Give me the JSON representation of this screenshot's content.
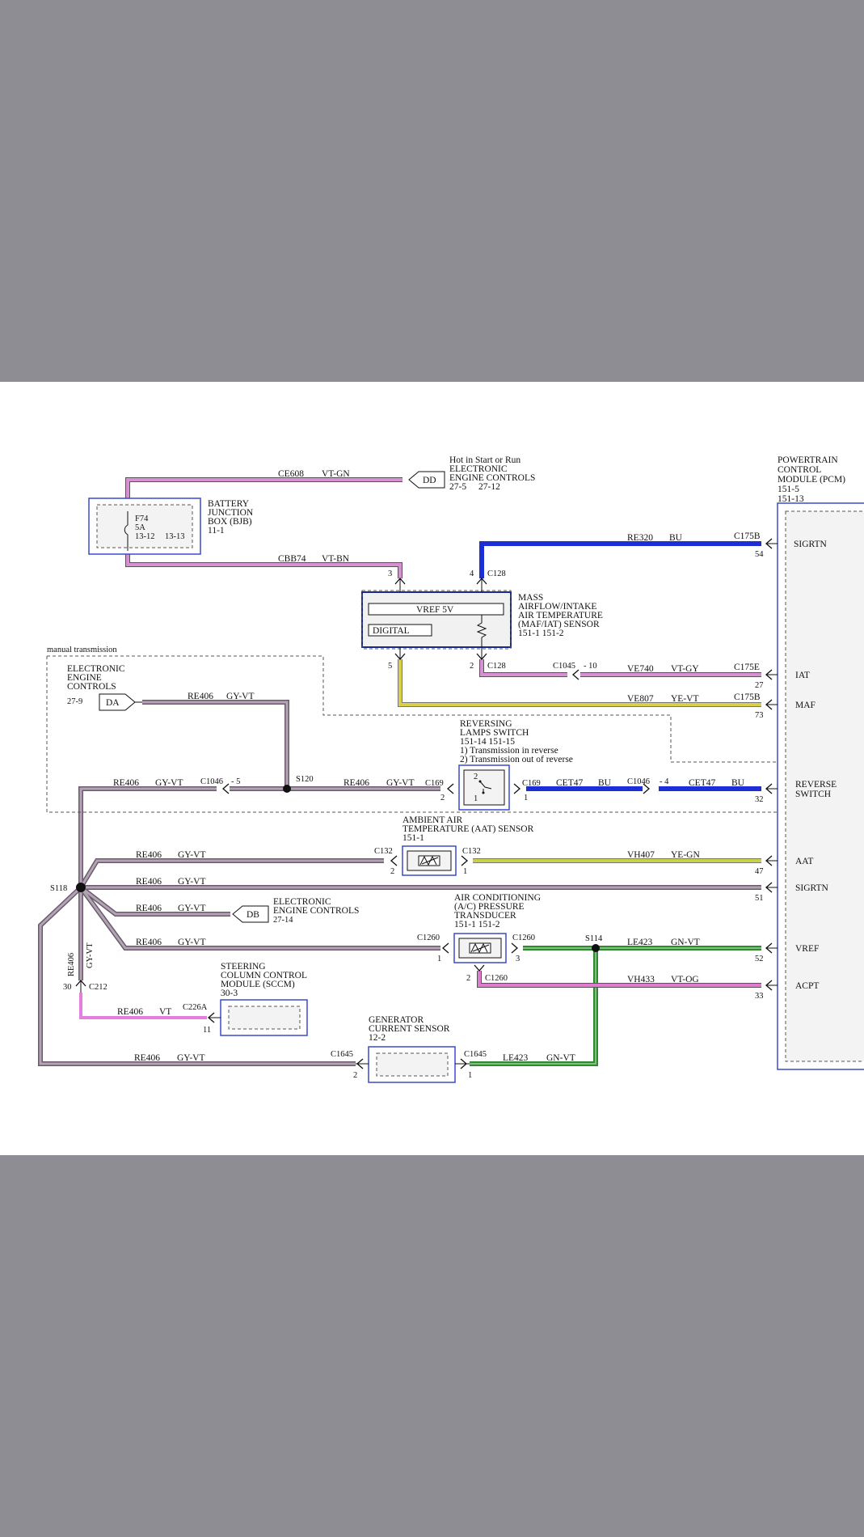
{
  "colors": {
    "page_bg": "#8e8d93",
    "sheet_bg": "#ffffff",
    "wire_vt_gn": "#d98fd4",
    "wire_vt_bn": "#d98fd4",
    "wire_gy_vt": "#8a7a8c",
    "wire_bu": "#1c2fd6",
    "wire_ye_vt": "#d8d04a",
    "wire_ye_gn": "#c7d24a",
    "wire_gn_vt": "#2f8a2f",
    "wire_vt": "#e67ee0",
    "wire_vt_og": "#e07cd0",
    "box_blue": "#3b4bcc"
  },
  "pcm": {
    "title_lines": [
      "POWERTRAIN",
      "CONTROL",
      "MODULE (PCM)",
      "151-5",
      "151-13"
    ],
    "pins": [
      {
        "label": "SIGRTN",
        "pin": "54",
        "connector": "C175B"
      },
      {
        "label": "IAT",
        "pin": "27",
        "connector": "C175E"
      },
      {
        "label": "MAF",
        "pin": "73",
        "connector": "C175B"
      },
      {
        "label": "REVERSE",
        "label2": "SWITCH",
        "pin": "32"
      },
      {
        "label": "AAT",
        "pin": "47"
      },
      {
        "label": "SIGRTN",
        "pin": "51"
      },
      {
        "label": "VREF",
        "pin": "52"
      },
      {
        "label": "ACPT",
        "pin": "33"
      }
    ]
  },
  "hot_note": {
    "lines": [
      "Hot in Start or Run",
      "ELECTRONIC",
      "ENGINE CONTROLS"
    ],
    "refs": [
      "27-5",
      "27-12"
    ],
    "tag": "DD"
  },
  "bjb": {
    "title_lines": [
      "BATTERY",
      "JUNCTION",
      "BOX (BJB)",
      "11-1"
    ],
    "fuse": "F74",
    "amps": "5A",
    "pins": [
      "13-12",
      "13-13"
    ]
  },
  "wires": {
    "ce608": {
      "circuit": "CE608",
      "color": "VT-GN"
    },
    "cbb74": {
      "circuit": "CBB74",
      "color": "VT-BN"
    },
    "re320": {
      "circuit": "RE320",
      "color": "BU"
    },
    "ve740": {
      "circuit": "VE740",
      "color": "VT-GY"
    },
    "ve807": {
      "circuit": "VE807",
      "color": "YE-VT"
    },
    "re406": {
      "circuit": "RE406",
      "color": "GY-VT"
    },
    "cet47": {
      "circuit": "CET47",
      "color": "BU"
    },
    "vh407": {
      "circuit": "VH407",
      "color": "YE-GN"
    },
    "le423": {
      "circuit": "LE423",
      "color": "GN-VT"
    },
    "vh433": {
      "circuit": "VH433",
      "color": "VT-OG"
    },
    "re406_vt": {
      "circuit": "RE406",
      "color": "VT"
    }
  },
  "maf": {
    "title_lines": [
      "MASS",
      "AIRFLOW/INTAKE",
      "AIR TEMPERATURE",
      "(MAF/IAT) SENSOR",
      "151-1    151-2"
    ],
    "vref": "VREF 5V",
    "digital": "DIGITAL",
    "connector": "C128",
    "pins": [
      "3",
      "4",
      "5",
      "2"
    ]
  },
  "manual_note": "manual transmission",
  "eec_da": {
    "lines": [
      "ELECTRONIC",
      "ENGINE",
      "CONTROLS"
    ],
    "ref": "27-9",
    "tag": "DA"
  },
  "eec_db": {
    "lines": [
      "ELECTRONIC",
      "ENGINE CONTROLS"
    ],
    "ref": "27-14",
    "tag": "DB"
  },
  "reversing": {
    "title_lines": [
      "REVERSING",
      "LAMPS SWITCH",
      "151-14   151-15",
      "1) Transmission in reverse",
      "2) Transmission out of reverse"
    ],
    "connector": "C169",
    "pins": [
      "2",
      "1",
      "2",
      "1"
    ]
  },
  "aat": {
    "title_lines": [
      "AMBIENT AIR",
      "TEMPERATURE (AAT) SENSOR",
      "151-1"
    ],
    "connector": "C132",
    "pins": [
      "2",
      "1"
    ]
  },
  "ac": {
    "title_lines": [
      "AIR CONDITIONING",
      "(A/C) PRESSURE",
      "TRANSDUCER",
      "151-1    151-2"
    ],
    "connector": "C1260",
    "pins": [
      "1",
      "3",
      "2"
    ]
  },
  "sccm": {
    "title_lines": [
      "STEERING",
      "COLUMN CONTROL",
      "MODULE (SCCM)",
      "30-3"
    ],
    "connector": "C226A",
    "pin": "11"
  },
  "generator": {
    "title_lines": [
      "GENERATOR",
      "CURRENT SENSOR",
      "12-2"
    ],
    "connector": "C1645",
    "pins": [
      "2",
      "1"
    ]
  },
  "splices": {
    "s118": "S118",
    "s120": "S120",
    "s114": "S114"
  },
  "inline": {
    "c1045": "C1045",
    "c1045_pin": "- 10",
    "c1046": "C1046",
    "c1046_pin_a": "- 5",
    "c1046_pin_b": "- 4",
    "c212": "C212",
    "c212_pin": "30"
  }
}
